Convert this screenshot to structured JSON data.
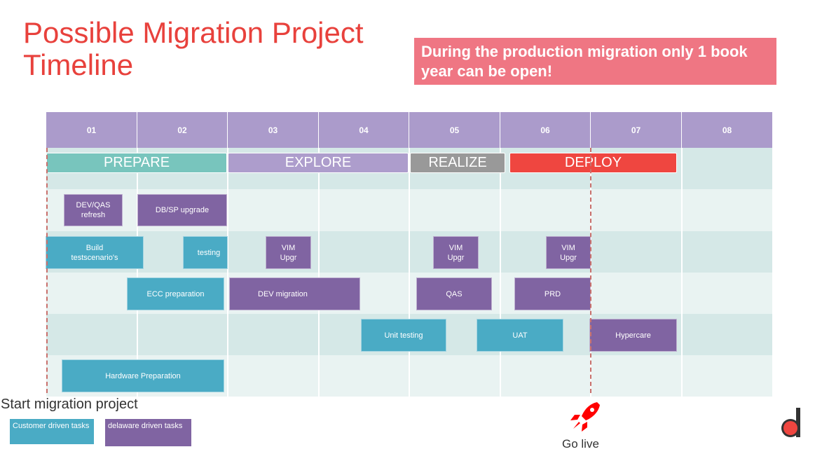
{
  "title": "Possible Migration Project Timeline",
  "banner": "During the production migration only 1 book year can be open!",
  "columns": [
    "01",
    "02",
    "03",
    "04",
    "05",
    "06",
    "07",
    "08"
  ],
  "phases": [
    "PREPARE",
    "EXPLORE",
    "REALIZE",
    "DEPLOY"
  ],
  "tasks": {
    "dev_qas_refresh": "DEV/QAS refresh",
    "db_sp_upgrade": "DB/SP upgrade",
    "build_testscenarios": "Build testscenario's",
    "testing": "testing",
    "vim_upgr_1": "VIM Upgr",
    "vim_upgr_2": "VIM Upgr",
    "vim_upgr_3": "VIM Upgr",
    "ecc_preparation": "ECC preparation",
    "dev_migration": "DEV migration",
    "qas": "QAS",
    "prd": "PRD",
    "unit_testing": "Unit testing",
    "uat": "UAT",
    "hypercare": "Hypercare",
    "hardware_preparation": "Hardware Preparation"
  },
  "start_label": "Start migration project",
  "go_live_label": "Go live",
  "legend": {
    "customer": "Customer driven tasks",
    "delaware": "delaware driven tasks"
  },
  "colors": {
    "title": "#e8413c",
    "banner": "#ef7683",
    "header": "#ab9bcb",
    "customer": "#4aabc5",
    "delaware": "#8064a2",
    "prepare": "#78c5bd",
    "explore": "#ad9dcc",
    "realize": "#999999",
    "deploy": "#ef4640"
  }
}
